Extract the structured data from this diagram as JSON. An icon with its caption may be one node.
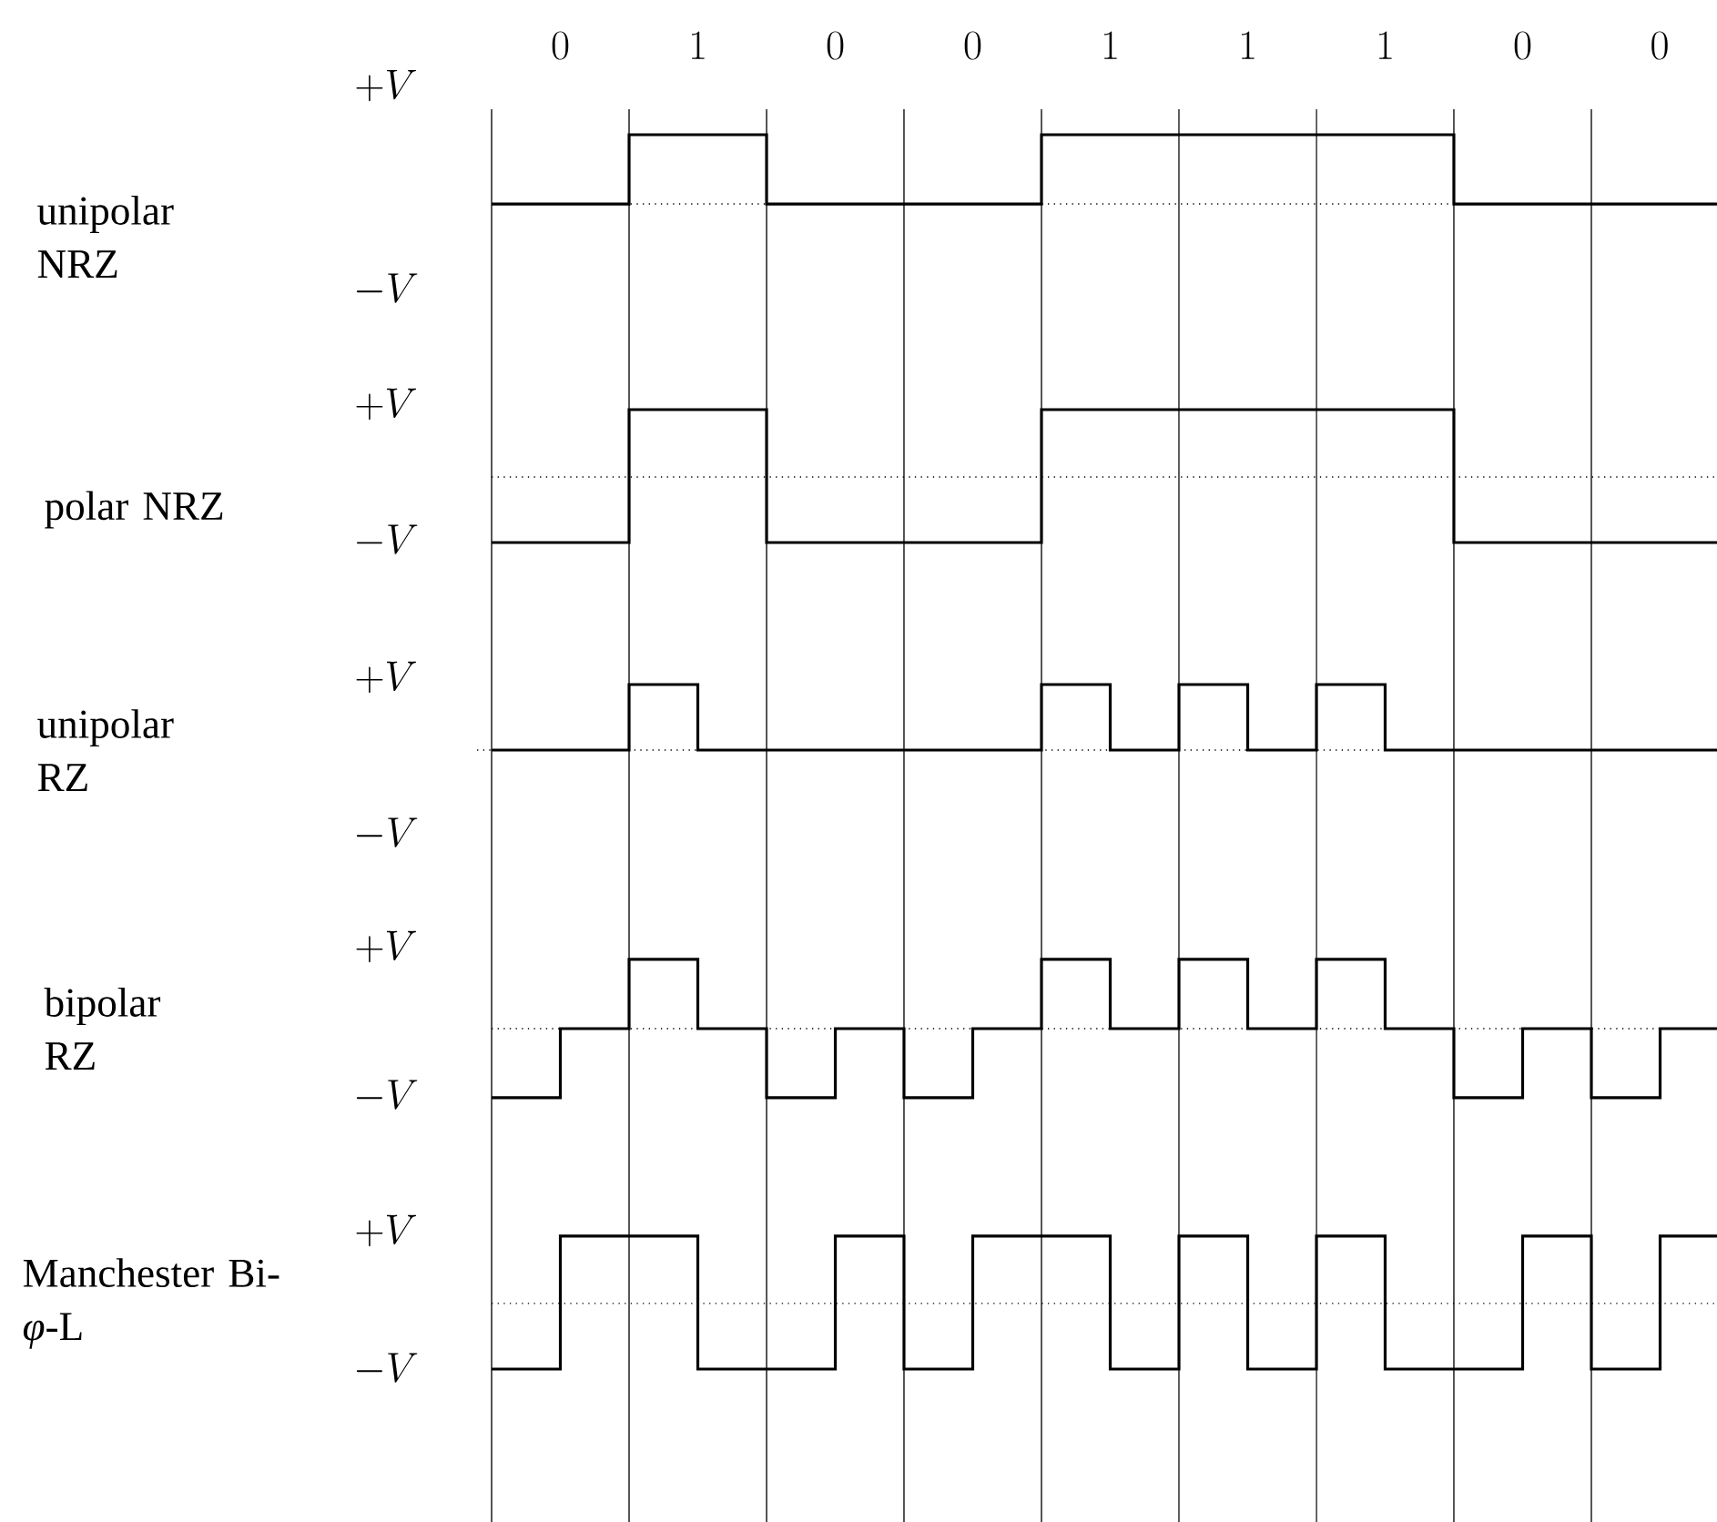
{
  "diagram": {
    "labels": [
      "0",
      "1",
      "0",
      "0",
      "1",
      "1",
      "1",
      "0",
      "0",
      "+V",
      "unipolar NRZ",
      "-V",
      "+V",
      "polar NRZ",
      "-V",
      "+V",
      "unipolar RZ",
      "-V",
      "+V",
      "bipolar RZ",
      "-V",
      "+V",
      "Manchester Bi-*φ*-L",
      "-V"
    ]
  }
}
